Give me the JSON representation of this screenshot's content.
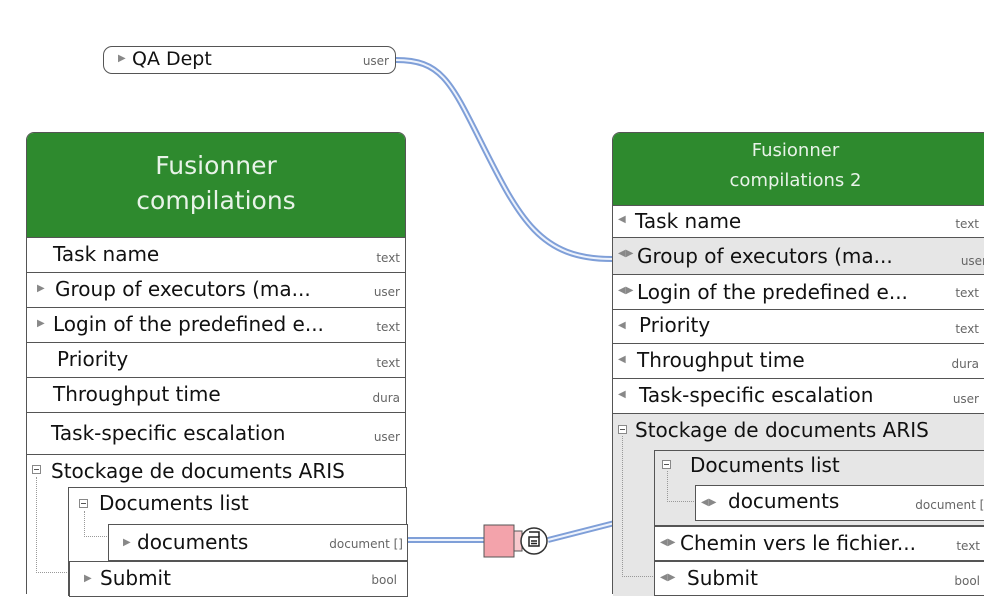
{
  "pill": {
    "label": "QA Dept",
    "type": "user"
  },
  "left_box": {
    "title": "Fusionner compilations",
    "rows": [
      {
        "label": "Task name",
        "type": "text"
      },
      {
        "label": "Group of executors (ma...",
        "type": "user"
      },
      {
        "label": "Login of the predefined e...",
        "type": "text"
      },
      {
        "label": "Priority",
        "type": "text"
      },
      {
        "label": "Throughput time",
        "type": "dura"
      },
      {
        "label": "Task-specific escalation",
        "type": "user"
      },
      {
        "label": "Stockage de documents ARIS",
        "type": ""
      }
    ],
    "sub_list": "Documents list",
    "sub_item": {
      "label": "documents",
      "type": "document []"
    },
    "submit": {
      "label": "Submit",
      "type": "bool"
    }
  },
  "right_box": {
    "title": "Fusionner compilations 2",
    "rows": [
      {
        "label": "Task name",
        "type": "text"
      },
      {
        "label": "Group of executors (ma...",
        "type": "user"
      },
      {
        "label": "Login of the predefined e...",
        "type": "text"
      },
      {
        "label": "Priority",
        "type": "text"
      },
      {
        "label": "Throughput time",
        "type": "dura"
      },
      {
        "label": "Task-specific escalation",
        "type": "user"
      },
      {
        "label": "Stockage de documents ARIS",
        "type": ""
      }
    ],
    "sub_list": "Documents list",
    "sub_item": {
      "label": "documents",
      "type": "document []"
    },
    "chemin": {
      "label": "Chemin vers le fichier...",
      "type": "text"
    },
    "submit": {
      "label": "Submit",
      "type": "bool"
    }
  },
  "colors": {
    "header_green": "#2e8a2e",
    "connector_blue": "#7f9fd8",
    "transform_pink": "#f3a3ab"
  },
  "icons": [
    "expand-arrow-icon",
    "collapse-box-icon",
    "transform-function-icon"
  ]
}
